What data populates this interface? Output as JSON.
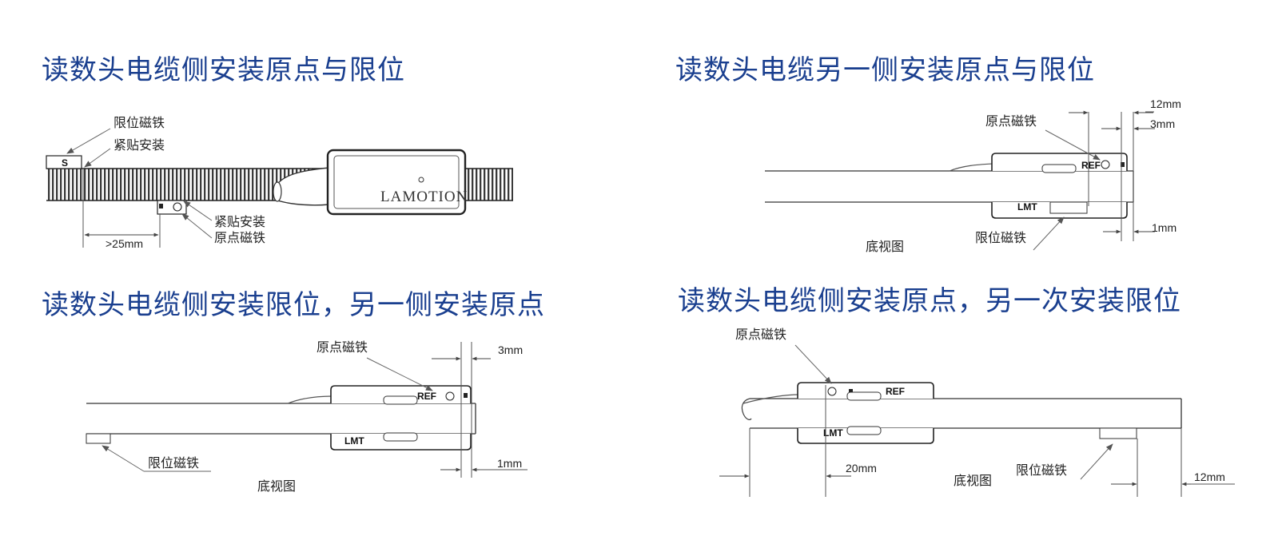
{
  "panels": [
    {
      "title": "读数头电缆侧安装原点与限位",
      "labels": {
        "limit_magnet": "限位磁铁",
        "flush_top": "紧贴安装",
        "flush_bottom": "紧贴安装",
        "origin_magnet": "原点磁铁",
        "dimension": ">25mm",
        "marker": "S",
        "brand": "LAMOTION"
      }
    },
    {
      "title": "读数头电缆另一侧安装原点与限位",
      "labels": {
        "origin_magnet": "原点磁铁",
        "limit_magnet": "限位磁铁",
        "dim_12": "12mm",
        "dim_3": "3mm",
        "dim_1": "1mm",
        "ref": "REF",
        "lmt": "LMT",
        "view": "底视图"
      }
    },
    {
      "title": "读数头电缆侧安装限位，另一侧安装原点",
      "labels": {
        "origin_magnet": "原点磁铁",
        "limit_magnet": "限位磁铁",
        "dim_3": "3mm",
        "dim_1": "1mm",
        "ref": "REF",
        "lmt": "LMT",
        "view": "底视图"
      }
    },
    {
      "title": "读数头电缆侧安装原点，另一次安装限位",
      "labels": {
        "origin_magnet": "原点磁铁",
        "limit_magnet": "限位磁铁",
        "dim_20": "20mm",
        "dim_12": "12mm",
        "ref": "REF",
        "lmt": "LMT",
        "view": "底视图"
      }
    }
  ],
  "colors": {
    "title": "#1a3f8f",
    "line": "#333333",
    "arrow": "#555555"
  }
}
